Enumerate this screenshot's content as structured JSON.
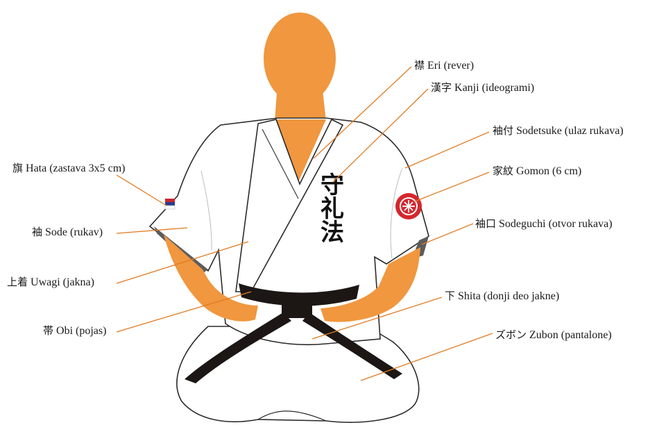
{
  "colors": {
    "skin": "#f0973f",
    "gi": "#ffffff",
    "gi_outline": "#2a2a2a",
    "belt": "#1c1714",
    "leader_line": "#e07b22",
    "gomon": "#d6262d",
    "flag_blue": "#2b3a8f",
    "flag_red": "#c8272f",
    "cuff_shadow": "#5c5c5c"
  },
  "kanji_chest": [
    "守",
    "礼",
    "法"
  ],
  "labels": {
    "eri": {
      "jp": "襟",
      "text": "Eri (rever)"
    },
    "kanji": {
      "jp": "漢字",
      "text": "Kanji (ideogrami)"
    },
    "sodetsuke": {
      "jp": "袖付",
      "text": "Sodetsuke (ulaz rukava)"
    },
    "gomon": {
      "jp": "家紋",
      "text": "Gomon (6 cm)"
    },
    "sodeguchi": {
      "jp": "袖口",
      "text": "Sodeguchi (otvor rukava)"
    },
    "shita": {
      "jp": "下",
      "text": "Shita (donji deo jakne)"
    },
    "zubon": {
      "jp": "ズボン",
      "text": "Zubon (pantalone)"
    },
    "hata": {
      "jp": "旗",
      "text": "Hata (zastava 3x5 cm)"
    },
    "sode": {
      "jp": "袖",
      "text": "Sode (rukav)"
    },
    "uwagi": {
      "jp": "上着",
      "text": "Uwagi (jakna)"
    },
    "obi": {
      "jp": "帯",
      "text": "Obi (pojas)"
    }
  }
}
